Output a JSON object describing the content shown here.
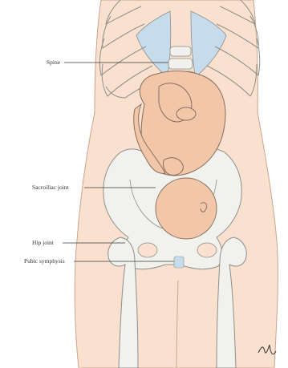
{
  "labels": {
    "spine": "Spine",
    "sacroiliac": "Sacroiliac joint",
    "hip": "Hip joint",
    "pubic": "Pubic symphysis"
  },
  "colors": {
    "skin": "#fae1cf",
    "skin_outline": "#c9a48f",
    "bone": "#f1f1ee",
    "bone_outline": "#8e8e8a",
    "rib_cartilage": "#c6dcec",
    "fetus": "#f2c7a9",
    "fetus_outline": "#8a6d5d",
    "leader_line": "#3a3a3a"
  }
}
